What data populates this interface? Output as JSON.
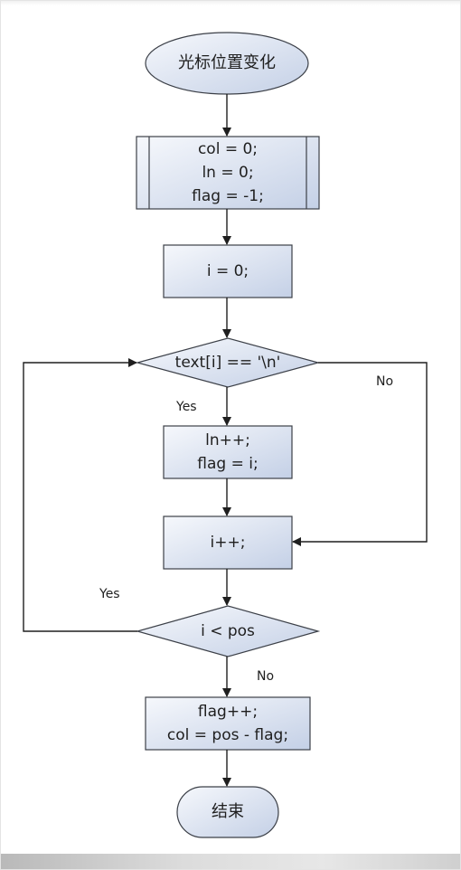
{
  "nodes": {
    "start": "光标位置变化",
    "init": [
      "col = 0;",
      "ln = 0;",
      "flag = -1;"
    ],
    "set_i": "i = 0;",
    "check_newline": "text[i] == '\\n'",
    "update": [
      "ln++;",
      "flag = i;"
    ],
    "increment": "i++;",
    "check_pos": "i < pos",
    "finish": [
      "flag++;",
      "col = pos - flag;"
    ],
    "end": "结束"
  },
  "edges": {
    "newline_yes": "Yes",
    "newline_no": "No",
    "loop_yes": "Yes",
    "loop_no": "No"
  },
  "colors": {
    "fill_light": "#f4f7fc",
    "fill_dark": "#c7d3e8",
    "stroke": "#3c4048",
    "arrow": "#1f1f1f"
  }
}
